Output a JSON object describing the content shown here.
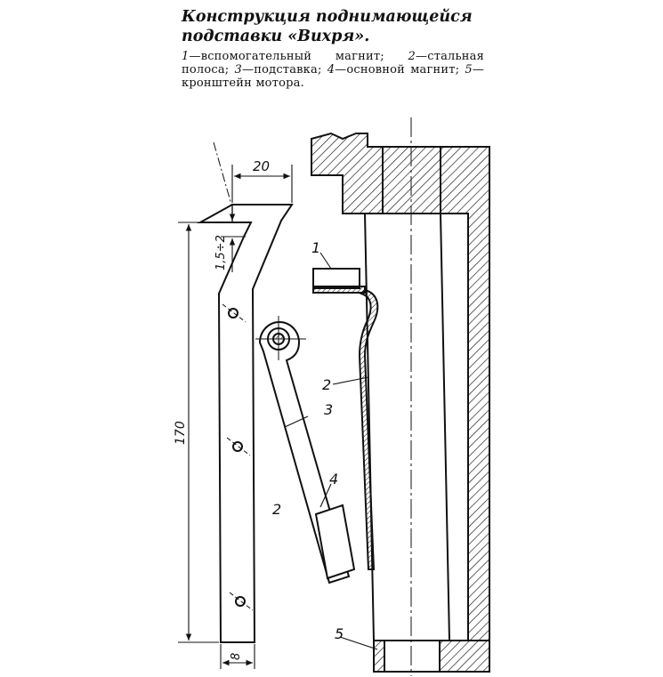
{
  "caption": {
    "title": "Конструкция поднимающейся подставки «Вихря».",
    "legend": [
      {
        "num": "1",
        "text": "вспомогательный магнит;"
      },
      {
        "num": "2",
        "text": "стальная полоса;"
      },
      {
        "num": "3",
        "text": "подставка;"
      },
      {
        "num": "4",
        "text": "основной магнит;"
      },
      {
        "num": "5",
        "text": "кронштейн мотора."
      }
    ]
  },
  "dimensions": {
    "width": "20",
    "gap": "1,5÷2",
    "length": "170",
    "strip_width": "8"
  },
  "labels": {
    "aux_magnet": "1",
    "strip_left": "2",
    "strip_right": "2",
    "stand": "3",
    "main_magnet": "4",
    "bracket": "5"
  }
}
